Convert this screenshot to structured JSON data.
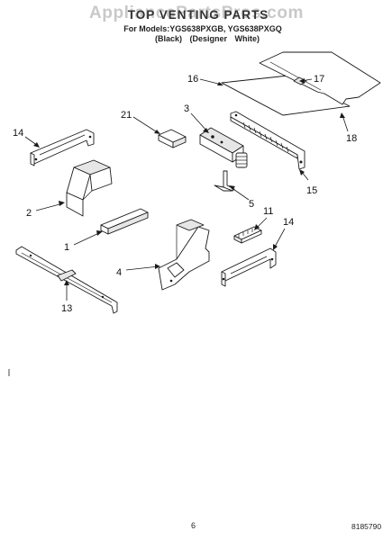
{
  "header": {
    "watermark": "AppliancePartsPros.com",
    "title": "TOP VENTING PARTS",
    "models_line": "For Models:YGS638PXGB, YGS638PXGQ",
    "models_sub": "(Black) (Designer White)"
  },
  "callouts": {
    "p1": "1",
    "p2": "2",
    "p3": "3",
    "p4": "4",
    "p5": "5",
    "p11": "11",
    "p13": "13",
    "p14a": "14",
    "p14b": "14",
    "p15": "15",
    "p16": "16",
    "p17": "17",
    "p18": "18",
    "p21": "21"
  },
  "footer": {
    "page_number": "6",
    "doc_number": "8185790"
  }
}
